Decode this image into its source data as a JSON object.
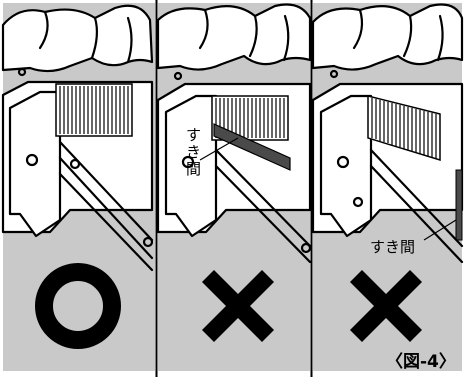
{
  "caption": "〈図-4〉",
  "colors": {
    "background": "#c9c9c9",
    "ink": "#000000",
    "paper": "#ffffff"
  },
  "panels": [
    {
      "id": "correct",
      "mark": "○",
      "mark_icon": "circle-icon",
      "gap_label": ""
    },
    {
      "id": "wrong-1",
      "mark": "×",
      "mark_icon": "cross-icon",
      "gap_label_lines": [
        "す",
        "き",
        "間"
      ]
    },
    {
      "id": "wrong-2",
      "mark": "×",
      "mark_icon": "cross-icon",
      "gap_label": "すき間"
    }
  ]
}
